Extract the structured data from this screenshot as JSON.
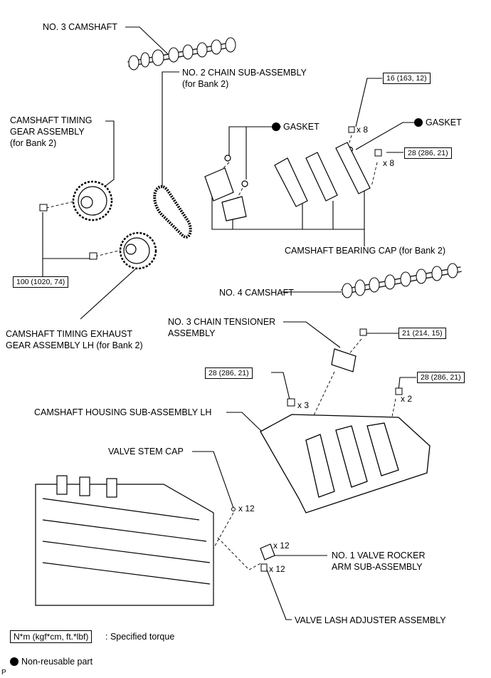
{
  "labels": {
    "no3_camshaft": "NO. 3 CAMSHAFT",
    "no2_chain_1": "NO. 2 CHAIN SUB-ASSEMBLY",
    "no2_chain_2": "(for Bank 2)",
    "timing_gear_1": "CAMSHAFT TIMING",
    "timing_gear_2": "GEAR ASSEMBLY",
    "timing_gear_3": "(for Bank 2)",
    "gasket_1": "GASKET",
    "gasket_2": "GASKET",
    "bearing_cap": "CAMSHAFT BEARING CAP (for Bank 2)",
    "no4_camshaft": "NO. 4 CAMSHAFT",
    "exhaust_gear_1": "CAMSHAFT TIMING EXHAUST",
    "exhaust_gear_2": "GEAR ASSEMBLY LH (for Bank 2)",
    "tensioner_1": "NO. 3 CHAIN TENSIONER",
    "tensioner_2": "ASSEMBLY",
    "housing": "CAMSHAFT HOUSING SUB-ASSEMBLY LH",
    "valve_stem_cap": "VALVE STEM CAP",
    "rocker_1": "NO. 1 VALVE ROCKER",
    "rocker_2": "ARM SUB-ASSEMBLY",
    "lash_adjuster": "VALVE LASH ADJUSTER ASSEMBLY"
  },
  "torques": {
    "t_16": "16 (163, 12)",
    "t_28_cap": "28 (286, 21)",
    "t_100": "100 (1020, 74)",
    "t_21": "21 (214, 15)",
    "t_28_left": "28 (286, 21)",
    "t_28_right": "28 (286, 21)"
  },
  "quantities": {
    "q_x8_a": "x 8",
    "q_x8_b": "x 8",
    "q_x3": "x 3",
    "q_x2": "x 2",
    "q_x12_stem": "x 12",
    "q_x12_rocker": "x 12",
    "q_x12_lash": "x 12"
  },
  "legend": {
    "torque_unit": "N*m (kgf*cm, ft.*lbf)",
    "torque_desc": ": Specified torque",
    "non_reusable": "Non-reusable part"
  },
  "corner_mark": "P"
}
